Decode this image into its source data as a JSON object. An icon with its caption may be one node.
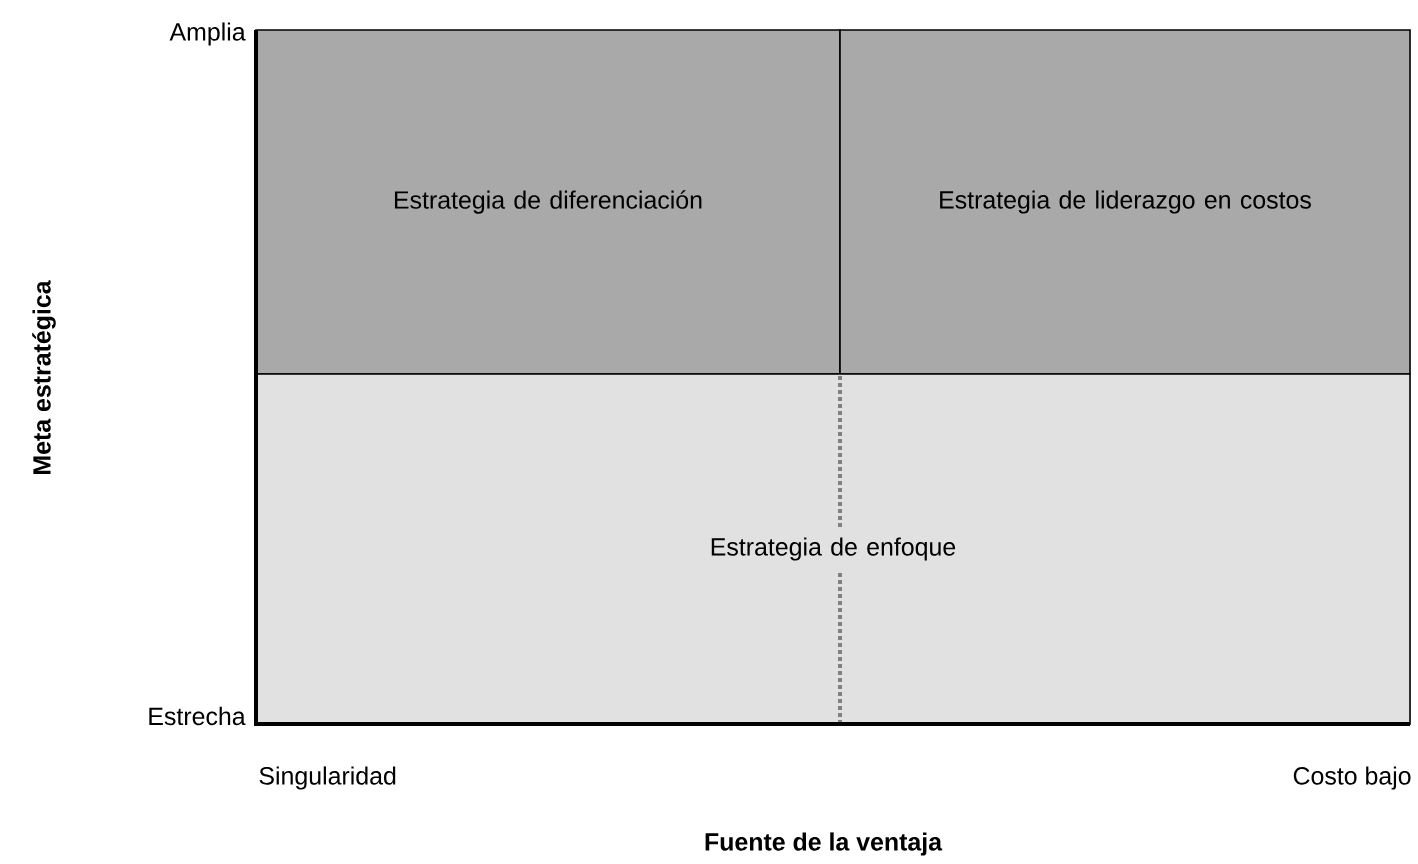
{
  "diagram": {
    "nodes": [
      {
        "text": [
          "Estrategia de diferenciación"
        ]
      },
      {
        "text": [
          "Estrategia de liderazgo en costos"
        ]
      },
      {
        "text": [
          "Estrategia de enfoque"
        ]
      }
    ],
    "labels": [
      "Amplia",
      "Meta estratégica",
      "Estrecha",
      "Singularidad",
      "Costo bajo",
      "Fuente de la ventaja"
    ]
  }
}
